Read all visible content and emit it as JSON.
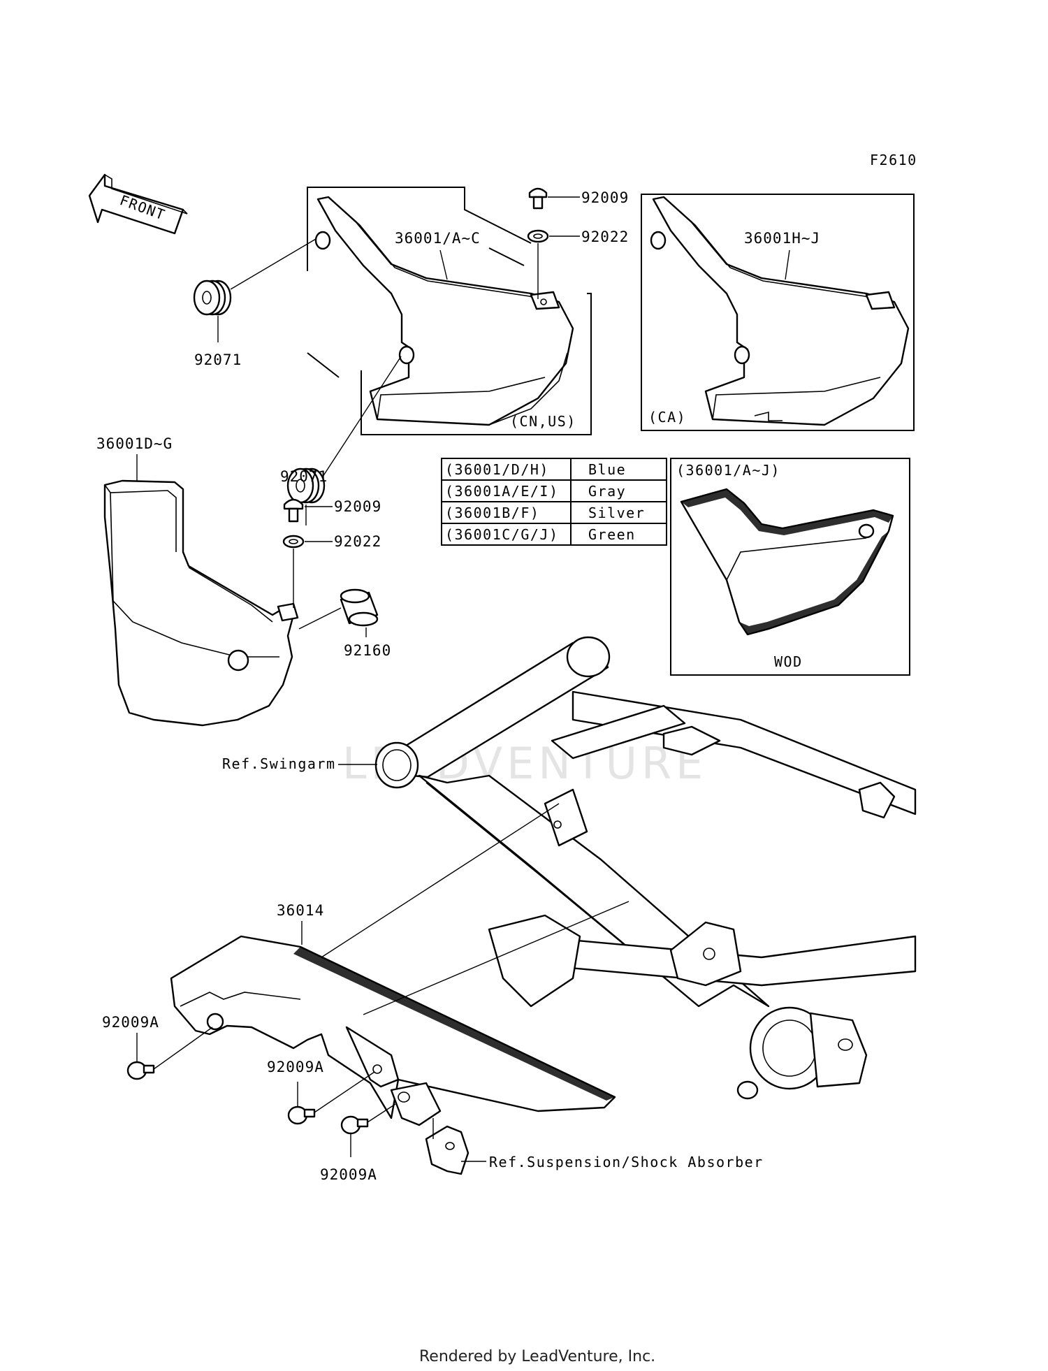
{
  "figure_code": "F2610",
  "front_arrow_label": "FRONT",
  "parts": {
    "screw_top": "92009",
    "washer_top": "92022",
    "cover_us": "36001/A~C",
    "cover_ca": "36001H~J",
    "grommet_upper": "92071",
    "grommet_lower": "92071",
    "cover_left": "36001D~G",
    "screw_left": "92009",
    "washer_left": "92022",
    "collar": "92160",
    "chain_guard": "36014",
    "bolt_a1": "92009A",
    "bolt_a2": "92009A",
    "bolt_a3": "92009A"
  },
  "region_labels": {
    "cn_us": "(CN,US)",
    "ca": "(CA)",
    "wod_header": "(36001/A~J)",
    "wod_caption": "WOD"
  },
  "references": {
    "swingarm": "Ref.Swingarm",
    "suspension": "Ref.Suspension/Shock Absorber"
  },
  "color_table": {
    "rows": [
      {
        "part": "(36001/D/H)",
        "color": "Blue"
      },
      {
        "part": "(36001A/E/I)",
        "color": "Gray"
      },
      {
        "part": "(36001B/F)",
        "color": "Silver"
      },
      {
        "part": "(36001C/G/J)",
        "color": "Green"
      }
    ]
  },
  "watermark": "LEADVENTURE",
  "footer": "Rendered by LeadVenture, Inc."
}
